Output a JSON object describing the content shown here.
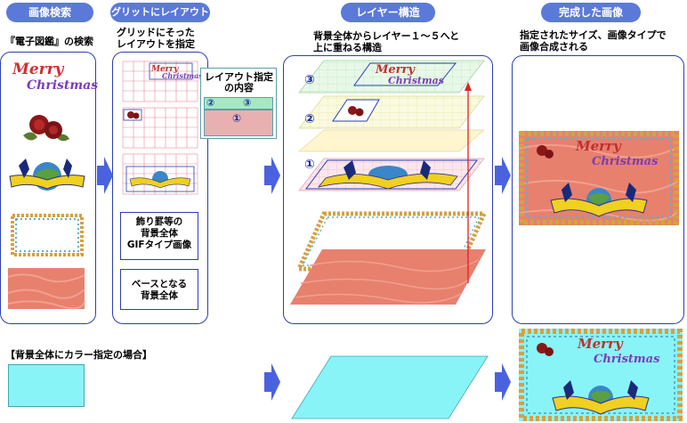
{
  "headers": {
    "search": "画像検索",
    "grid": "グリットにレイアウト",
    "layers": "レイヤー構造",
    "final": "完成した画像"
  },
  "captions": {
    "search": "『電子図鑑』の検索",
    "grid_line1": "グリッドにそった",
    "grid_line2": "レイアウトを指定",
    "layers_line1": "背景全体からレイヤー１～５へと",
    "layers_line2": "上に重ねる構造",
    "final_line1": "指定されたサイズ、画像タイプで",
    "final_line2": "画像合成される"
  },
  "layout_spec": {
    "title_line1": "レイアウト指定",
    "title_line2": "の内容",
    "cells": [
      "②",
      "③",
      "①"
    ]
  },
  "boxes": {
    "frame_line1": "飾り罫等の",
    "frame_line2": "背景全体",
    "frame_line3": "GIFタイプ画像",
    "base_line1": "ベースとなる",
    "base_line2": "背景全体"
  },
  "layer_markers": [
    "③",
    "②",
    "①"
  ],
  "merry_text": {
    "line1": "Merry",
    "line2": "Christmas"
  },
  "color_case_label": "【背景全体にカラー指定の場合】",
  "colors": {
    "header": "#5b79d8",
    "panel_border": "#2b3fb0",
    "salmon": "#e8806e",
    "cyan": "#88f4f8",
    "grid_line": "#e88a9a",
    "arrow": "#4a62e0",
    "red_arrow": "#e02020"
  }
}
